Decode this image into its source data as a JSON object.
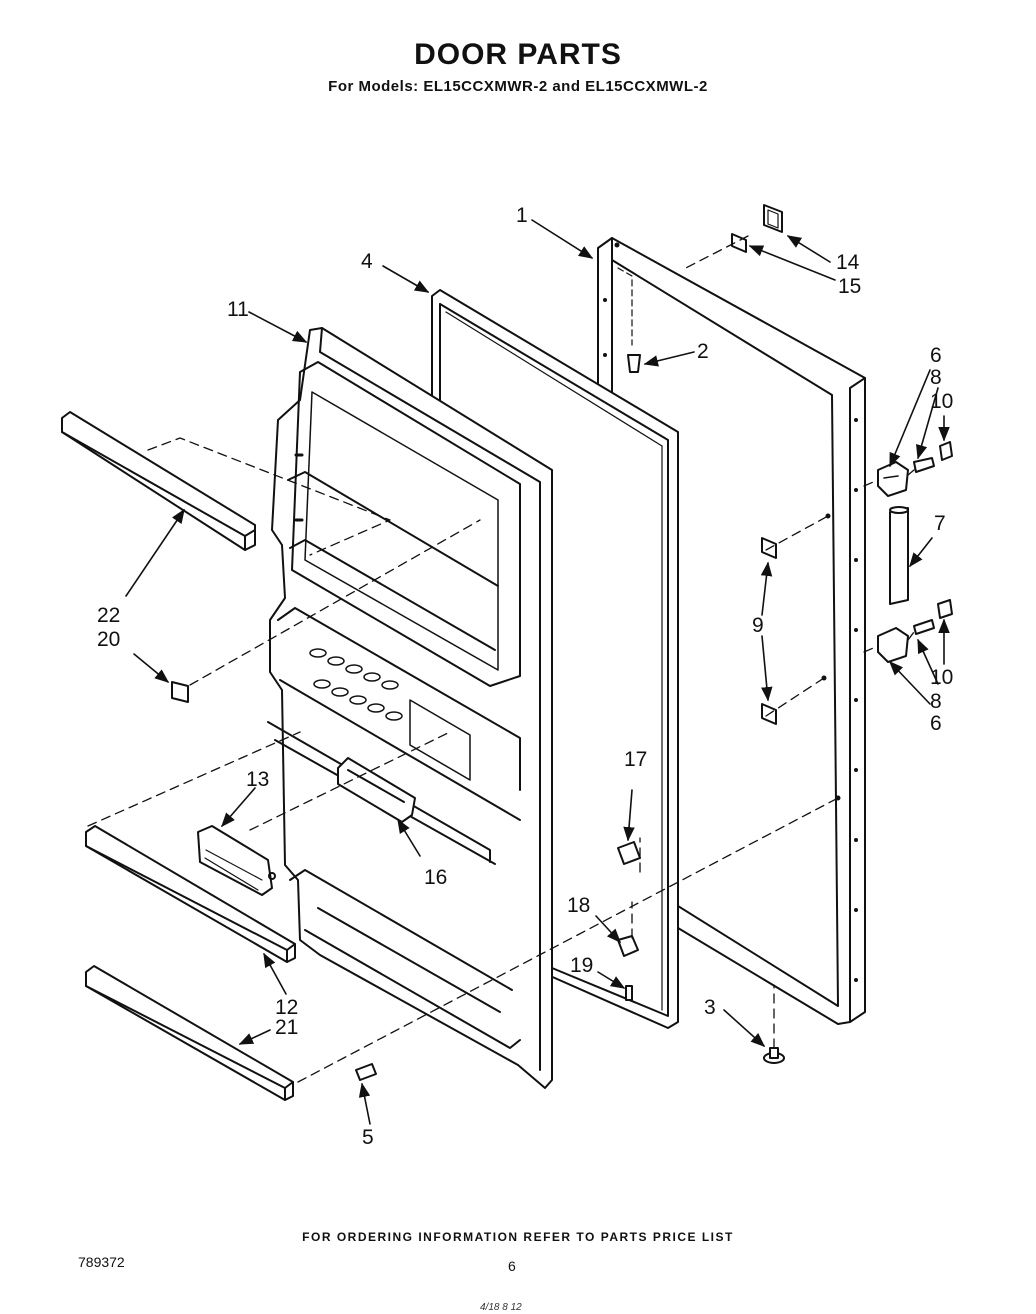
{
  "header": {
    "title": "DOOR PARTS",
    "subtitle": "For Models: EL15CCXMWR-2 and EL15CCXMWL-2"
  },
  "callouts": {
    "c1": "1",
    "c2": "2",
    "c3": "3",
    "c4": "4",
    "c5": "5",
    "c6a": "6",
    "c6b": "6",
    "c7": "7",
    "c8a": "8",
    "c8b": "8",
    "c9": "9",
    "c10a": "10",
    "c10b": "10",
    "c11": "11",
    "c12": "12",
    "c13": "13",
    "c14": "14",
    "c15": "15",
    "c16": "16",
    "c17": "17",
    "c18": "18",
    "c19": "19",
    "c20": "20",
    "c21": "21",
    "c22": "22"
  },
  "footer": {
    "ordering_note": "FOR ORDERING INFORMATION REFER TO PARTS PRICE LIST",
    "document_number": "789372",
    "page_number": "6"
  },
  "stamp": {
    "text": "4/18 8 12"
  }
}
